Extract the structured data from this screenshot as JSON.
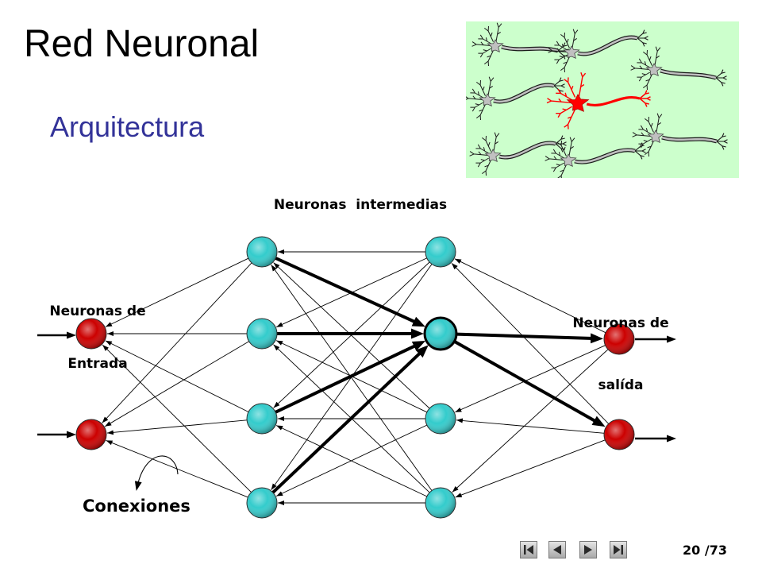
{
  "slide": {
    "title": "Red Neuronal",
    "subtitle": "Arquitectura",
    "title_color": "#000000",
    "subtitle_color": "#333399",
    "background": "#ffffff"
  },
  "illustration": {
    "icon": "neurons-illustration",
    "background": "#ccffcc",
    "cell_color": "#c0c0c0",
    "active_cell_color": "#ff0000"
  },
  "diagram": {
    "hidden_label": "Neuronas  intermedias",
    "input_label": [
      "Neuronas de",
      "Entrada"
    ],
    "output_label": [
      "Neuronas de",
      "salída"
    ],
    "connections_label": "Conexiones",
    "layers": [
      {
        "nodes": 2,
        "color": "#cc0000"
      },
      {
        "nodes": 4,
        "color": "#33cccc"
      },
      {
        "nodes": 4,
        "color": "#33cccc",
        "highlighted_node": 1
      },
      {
        "nodes": 2,
        "color": "#cc0000"
      }
    ]
  },
  "nav": {
    "page_label": "20 /73",
    "buttons": [
      "first-page-icon",
      "previous-page-icon",
      "next-page-icon",
      "last-page-icon"
    ]
  }
}
